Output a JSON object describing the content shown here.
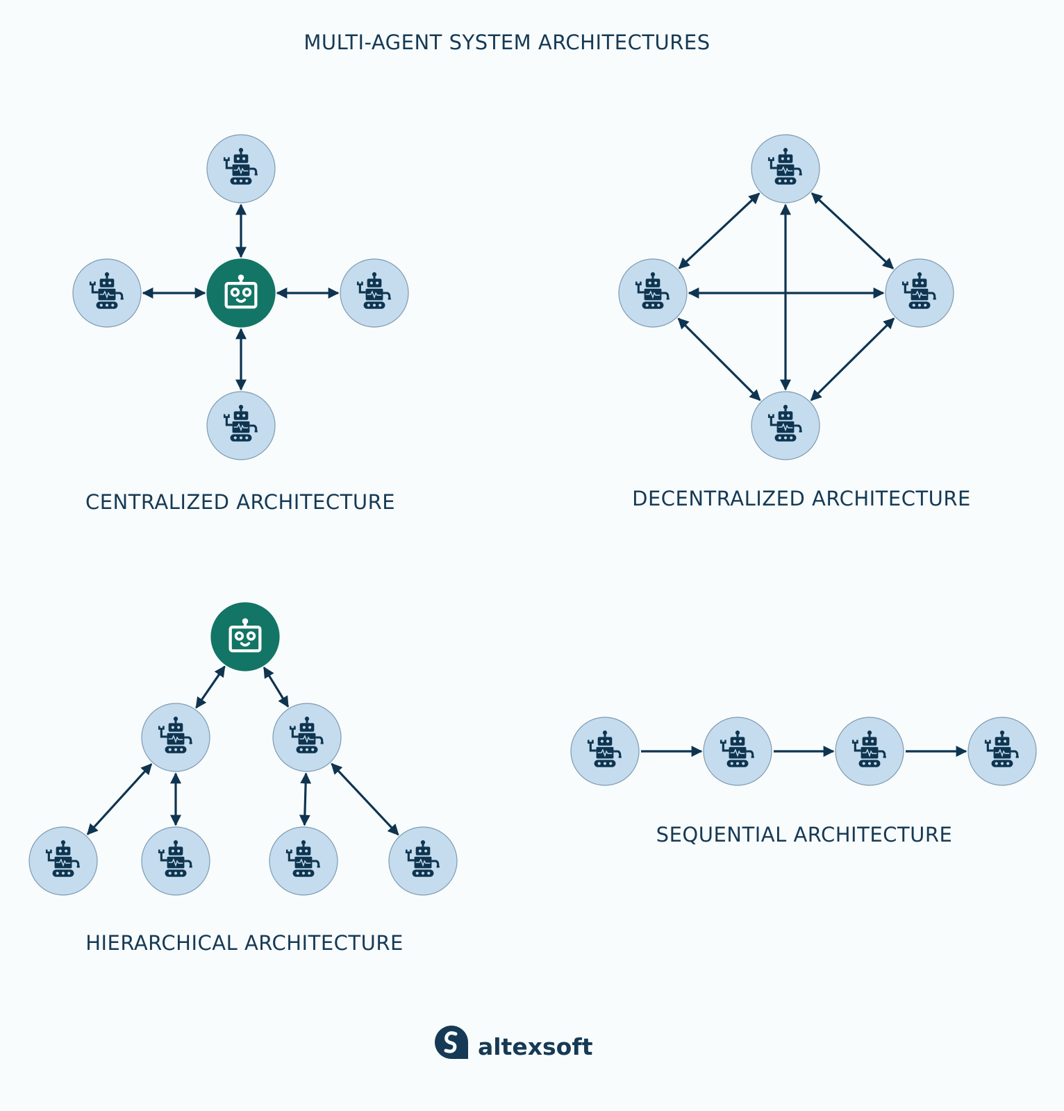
{
  "title": "MULTI-AGENT SYSTEM ARCHITECTURES",
  "colors": {
    "agent_fill": "#c4dced",
    "agent_stroke": "#7f99b0",
    "orchestrator_fill": "#137565",
    "ink": "#0e3450",
    "background": "#f8fcfd"
  },
  "sections": [
    {
      "id": "centralized",
      "label": "CENTRALIZED ARCHITECTURE"
    },
    {
      "id": "decentralized",
      "label": "DECENTRALIZED ARCHITECTURE"
    },
    {
      "id": "hierarchical",
      "label": "HIERARCHICAL ARCHITECTURE"
    },
    {
      "id": "sequential",
      "label": "SEQUENTIAL ARCHITECTURE"
    }
  ],
  "nodes": {
    "centralized": [
      {
        "id": "c-hub",
        "type": "orchestrator"
      },
      {
        "id": "c-top",
        "type": "agent"
      },
      {
        "id": "c-left",
        "type": "agent"
      },
      {
        "id": "c-right",
        "type": "agent"
      },
      {
        "id": "c-bottom",
        "type": "agent"
      }
    ],
    "decentralized": [
      {
        "id": "d-top",
        "type": "agent"
      },
      {
        "id": "d-left",
        "type": "agent"
      },
      {
        "id": "d-right",
        "type": "agent"
      },
      {
        "id": "d-bottom",
        "type": "agent"
      }
    ],
    "hierarchical": [
      {
        "id": "h-root",
        "type": "orchestrator"
      },
      {
        "id": "h-mid-left",
        "type": "agent"
      },
      {
        "id": "h-mid-right",
        "type": "agent"
      },
      {
        "id": "h-leaf-1",
        "type": "agent"
      },
      {
        "id": "h-leaf-2",
        "type": "agent"
      },
      {
        "id": "h-leaf-3",
        "type": "agent"
      },
      {
        "id": "h-leaf-4",
        "type": "agent"
      }
    ],
    "sequential": [
      {
        "id": "s-1",
        "type": "agent"
      },
      {
        "id": "s-2",
        "type": "agent"
      },
      {
        "id": "s-3",
        "type": "agent"
      },
      {
        "id": "s-4",
        "type": "agent"
      }
    ]
  },
  "edges": [
    {
      "from": "c-hub",
      "to": "c-top",
      "direction": "both"
    },
    {
      "from": "c-hub",
      "to": "c-left",
      "direction": "both"
    },
    {
      "from": "c-hub",
      "to": "c-right",
      "direction": "both"
    },
    {
      "from": "c-hub",
      "to": "c-bottom",
      "direction": "both"
    },
    {
      "from": "d-top",
      "to": "d-left",
      "direction": "both"
    },
    {
      "from": "d-top",
      "to": "d-right",
      "direction": "both"
    },
    {
      "from": "d-top",
      "to": "d-bottom",
      "direction": "both"
    },
    {
      "from": "d-left",
      "to": "d-right",
      "direction": "both"
    },
    {
      "from": "d-left",
      "to": "d-bottom",
      "direction": "both"
    },
    {
      "from": "d-right",
      "to": "d-bottom",
      "direction": "both"
    },
    {
      "from": "h-root",
      "to": "h-mid-left",
      "direction": "both"
    },
    {
      "from": "h-root",
      "to": "h-mid-right",
      "direction": "both"
    },
    {
      "from": "h-mid-left",
      "to": "h-leaf-1",
      "direction": "both"
    },
    {
      "from": "h-mid-left",
      "to": "h-leaf-2",
      "direction": "both"
    },
    {
      "from": "h-mid-right",
      "to": "h-leaf-3",
      "direction": "both"
    },
    {
      "from": "h-mid-right",
      "to": "h-leaf-4",
      "direction": "both"
    },
    {
      "from": "s-1",
      "to": "s-2",
      "direction": "forward"
    },
    {
      "from": "s-2",
      "to": "s-3",
      "direction": "forward"
    },
    {
      "from": "s-3",
      "to": "s-4",
      "direction": "forward"
    }
  ],
  "logo": {
    "text": "altexsoft",
    "icon": "altexsoft-logo-icon"
  }
}
